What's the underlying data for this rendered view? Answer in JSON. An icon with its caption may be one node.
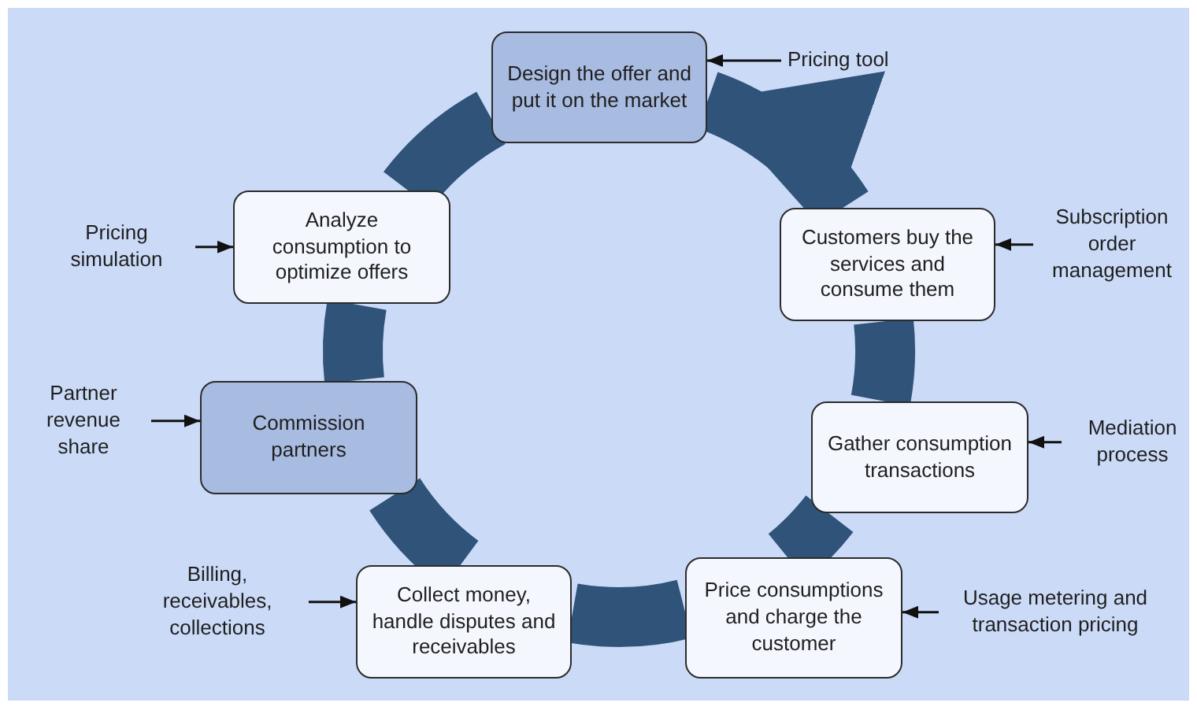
{
  "diagram": {
    "nodes": [
      {
        "text": [
          "Design the offer and put it on the market"
        ]
      },
      {
        "text": [
          "Pricing tool"
        ]
      },
      {
        "text": [
          "Pricing simulation"
        ]
      },
      {
        "text": [
          "Analyze consumption to optimize offers"
        ]
      },
      {
        "text": [
          "Customers buy the services and consume them"
        ]
      },
      {
        "text": [
          "Subscription order management"
        ]
      },
      {
        "text": [
          "Partner revenue share"
        ]
      },
      {
        "text": [
          "Commission partners"
        ]
      },
      {
        "text": [
          "Gather consumption transactions"
        ]
      },
      {
        "text": [
          "Mediation process"
        ]
      },
      {
        "text": [
          "Billing, receivables, collections"
        ]
      },
      {
        "text": [
          "Collect money, handle disputes and receivables"
        ]
      },
      {
        "text": [
          "Price consumptions and charge the customer"
        ]
      },
      {
        "text": [
          "Usage metering and transaction pricing"
        ]
      }
    ],
    "edges": [
      {
        "from": 0,
        "to": 3,
        "arrow": "none",
        "style": "thick",
        "color": "#2f5379"
      },
      {
        "from": 3,
        "to": 7,
        "arrow": "none",
        "style": "thick",
        "color": "#2f5379"
      },
      {
        "from": 7,
        "to": 11,
        "arrow": "none",
        "style": "thick",
        "color": "#2f5379"
      },
      {
        "from": 11,
        "to": 12,
        "arrow": "none",
        "style": "thick",
        "color": "#2f5379"
      },
      {
        "from": 12,
        "to": 8,
        "arrow": "none",
        "style": "thick",
        "color": "#2f5379"
      },
      {
        "from": 8,
        "to": 4,
        "arrow": "none",
        "style": "thick",
        "color": "#2f5379"
      },
      {
        "from": 4,
        "to": 0,
        "arrow": "to",
        "style": "thick",
        "color": "#2f5379"
      },
      {
        "from": 1,
        "to": 0,
        "arrow": "to",
        "color": "#111111"
      },
      {
        "from": 2,
        "to": 3,
        "arrow": "to",
        "color": "#111111"
      },
      {
        "from": 5,
        "to": 4,
        "arrow": "to",
        "color": "#111111"
      },
      {
        "from": 6,
        "to": 7,
        "arrow": "to",
        "color": "#111111"
      },
      {
        "from": 9,
        "to": 8,
        "arrow": "to",
        "color": "#111111"
      },
      {
        "from": 10,
        "to": 11,
        "arrow": "to",
        "color": "#111111"
      },
      {
        "from": 13,
        "to": 12,
        "arrow": "to",
        "color": "#111111"
      }
    ]
  }
}
